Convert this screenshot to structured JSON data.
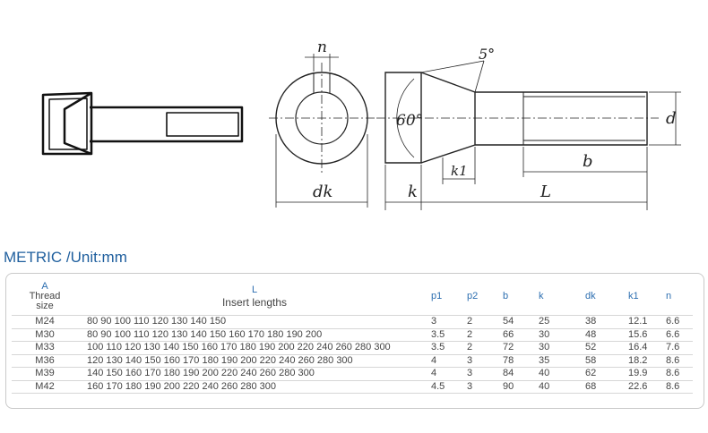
{
  "drawing_labels": {
    "n": "n",
    "angle_5": "5°",
    "angle_60": "60°",
    "d": "d",
    "b": "b",
    "k1": "k1",
    "dk": "dk",
    "k": "k",
    "L": "L"
  },
  "title": "METRIC /Unit:mm",
  "table": {
    "headers": {
      "size_letter": "A",
      "size_label_1": "Thread",
      "size_label_2": "size",
      "L_letter": "L",
      "L_label": "Insert lengths",
      "p1": "p1",
      "p2": "p2",
      "b": "b",
      "k": "k",
      "dk": "dk",
      "k1": "k1",
      "n": "n"
    },
    "rows": [
      {
        "size": "M24",
        "L": "80 90 100 110 120 130 140 150",
        "p1": "3",
        "p2": "2",
        "b": "54",
        "k": "25",
        "dk": "38",
        "k1": "12.1",
        "n": "6.6"
      },
      {
        "size": "M30",
        "L": "80 90 100 110 120 130 140 150 160 170 180 190 200",
        "p1": "3.5",
        "p2": "2",
        "b": "66",
        "k": "30",
        "dk": "48",
        "k1": "15.6",
        "n": "6.6"
      },
      {
        "size": "M33",
        "L": "100 110 120 130 140 150 160 170 180 190 200 220 240 260 280 300",
        "p1": "3.5",
        "p2": "2",
        "b": "72",
        "k": "30",
        "dk": "52",
        "k1": "16.4",
        "n": "7.6"
      },
      {
        "size": "M36",
        "L": "120 130 140 150 160 170 180 190 200 220 240 260 280 300",
        "p1": "4",
        "p2": "3",
        "b": "78",
        "k": "35",
        "dk": "58",
        "k1": "18.2",
        "n": "8.6"
      },
      {
        "size": "M39",
        "L": "140 150 160 170 180 190 200 220 240 260 280 300",
        "p1": "4",
        "p2": "3",
        "b": "84",
        "k": "40",
        "dk": "62",
        "k1": "19.9",
        "n": "8.6"
      },
      {
        "size": "M42",
        "L": "160 170 180 190 200 220 240 260 280 300",
        "p1": "4.5",
        "p2": "3",
        "b": "90",
        "k": "40",
        "dk": "68",
        "k1": "22.6",
        "n": "8.6"
      }
    ]
  }
}
